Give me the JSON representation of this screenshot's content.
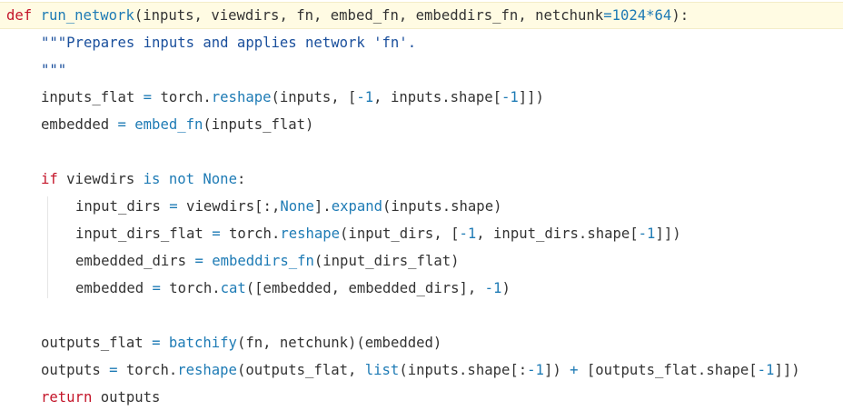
{
  "code_lines": [
    {
      "indent": 0,
      "tokens": [
        {
          "t": "def",
          "c": "kw"
        },
        {
          "t": " ",
          "c": "txt"
        },
        {
          "t": "run_network",
          "c": "fn"
        },
        {
          "t": "(inputs, viewdirs, fn, embed_fn, embeddirs_fn, netchunk",
          "c": "txt"
        },
        {
          "t": "=",
          "c": "op"
        },
        {
          "t": "1024",
          "c": "num"
        },
        {
          "t": "*",
          "c": "op"
        },
        {
          "t": "64",
          "c": "num"
        },
        {
          "t": "):",
          "c": "txt"
        }
      ]
    },
    {
      "indent": 1,
      "tokens": [
        {
          "t": "\"\"\"Prepares inputs and applies network 'fn'.",
          "c": "str"
        }
      ]
    },
    {
      "indent": 1,
      "tokens": [
        {
          "t": "\"\"\"",
          "c": "str"
        }
      ]
    },
    {
      "indent": 1,
      "tokens": [
        {
          "t": "inputs_flat ",
          "c": "txt"
        },
        {
          "t": "=",
          "c": "op"
        },
        {
          "t": " torch.",
          "c": "txt"
        },
        {
          "t": "reshape",
          "c": "fn"
        },
        {
          "t": "(inputs, [",
          "c": "txt"
        },
        {
          "t": "-1",
          "c": "num"
        },
        {
          "t": ", inputs.shape[",
          "c": "txt"
        },
        {
          "t": "-1",
          "c": "num"
        },
        {
          "t": "]])",
          "c": "txt"
        }
      ]
    },
    {
      "indent": 1,
      "tokens": [
        {
          "t": "embedded ",
          "c": "txt"
        },
        {
          "t": "=",
          "c": "op"
        },
        {
          "t": " ",
          "c": "txt"
        },
        {
          "t": "embed_fn",
          "c": "fn"
        },
        {
          "t": "(inputs_flat)",
          "c": "txt"
        }
      ]
    },
    {
      "indent": 0,
      "tokens": []
    },
    {
      "indent": 1,
      "tokens": [
        {
          "t": "if",
          "c": "kw"
        },
        {
          "t": " viewdirs ",
          "c": "txt"
        },
        {
          "t": "is not",
          "c": "kc"
        },
        {
          "t": " ",
          "c": "txt"
        },
        {
          "t": "None",
          "c": "kc"
        },
        {
          "t": ":",
          "c": "txt"
        }
      ]
    },
    {
      "indent": 2,
      "tokens": [
        {
          "t": "input_dirs ",
          "c": "txt"
        },
        {
          "t": "=",
          "c": "op"
        },
        {
          "t": " viewdirs[:,",
          "c": "txt"
        },
        {
          "t": "None",
          "c": "kc"
        },
        {
          "t": "].",
          "c": "txt"
        },
        {
          "t": "expand",
          "c": "fn"
        },
        {
          "t": "(inputs.shape)",
          "c": "txt"
        }
      ]
    },
    {
      "indent": 2,
      "tokens": [
        {
          "t": "input_dirs_flat ",
          "c": "txt"
        },
        {
          "t": "=",
          "c": "op"
        },
        {
          "t": " torch.",
          "c": "txt"
        },
        {
          "t": "reshape",
          "c": "fn"
        },
        {
          "t": "(input_dirs, [",
          "c": "txt"
        },
        {
          "t": "-1",
          "c": "num"
        },
        {
          "t": ", input_dirs.shape[",
          "c": "txt"
        },
        {
          "t": "-1",
          "c": "num"
        },
        {
          "t": "]])",
          "c": "txt"
        }
      ]
    },
    {
      "indent": 2,
      "tokens": [
        {
          "t": "embedded_dirs ",
          "c": "txt"
        },
        {
          "t": "=",
          "c": "op"
        },
        {
          "t": " ",
          "c": "txt"
        },
        {
          "t": "embeddirs_fn",
          "c": "fn"
        },
        {
          "t": "(input_dirs_flat)",
          "c": "txt"
        }
      ]
    },
    {
      "indent": 2,
      "tokens": [
        {
          "t": "embedded ",
          "c": "txt"
        },
        {
          "t": "=",
          "c": "op"
        },
        {
          "t": " torch.",
          "c": "txt"
        },
        {
          "t": "cat",
          "c": "fn"
        },
        {
          "t": "([embedded, embedded_dirs], ",
          "c": "txt"
        },
        {
          "t": "-1",
          "c": "num"
        },
        {
          "t": ")",
          "c": "txt"
        }
      ]
    },
    {
      "indent": 0,
      "tokens": []
    },
    {
      "indent": 1,
      "tokens": [
        {
          "t": "outputs_flat ",
          "c": "txt"
        },
        {
          "t": "=",
          "c": "op"
        },
        {
          "t": " ",
          "c": "txt"
        },
        {
          "t": "batchify",
          "c": "fn"
        },
        {
          "t": "(fn, netchunk)(embedded)",
          "c": "txt"
        }
      ]
    },
    {
      "indent": 1,
      "tokens": [
        {
          "t": "outputs ",
          "c": "txt"
        },
        {
          "t": "=",
          "c": "op"
        },
        {
          "t": " torch.",
          "c": "txt"
        },
        {
          "t": "reshape",
          "c": "fn"
        },
        {
          "t": "(outputs_flat, ",
          "c": "txt"
        },
        {
          "t": "list",
          "c": "fn"
        },
        {
          "t": "(inputs.shape[:",
          "c": "txt"
        },
        {
          "t": "-1",
          "c": "num"
        },
        {
          "t": "]) ",
          "c": "txt"
        },
        {
          "t": "+",
          "c": "op"
        },
        {
          "t": " [outputs_flat.shape[",
          "c": "txt"
        },
        {
          "t": "-1",
          "c": "num"
        },
        {
          "t": "]])",
          "c": "txt"
        }
      ]
    },
    {
      "indent": 1,
      "tokens": [
        {
          "t": "return",
          "c": "kw"
        },
        {
          "t": " outputs",
          "c": "txt"
        }
      ]
    }
  ],
  "highlighted_line": 0,
  "colors": {
    "keyword": "#c4162a",
    "function": "#1e7bb5",
    "number": "#1e7bb5",
    "string": "#1a4f9c",
    "text": "#333333",
    "current_line_bg": "#fffbe3"
  }
}
